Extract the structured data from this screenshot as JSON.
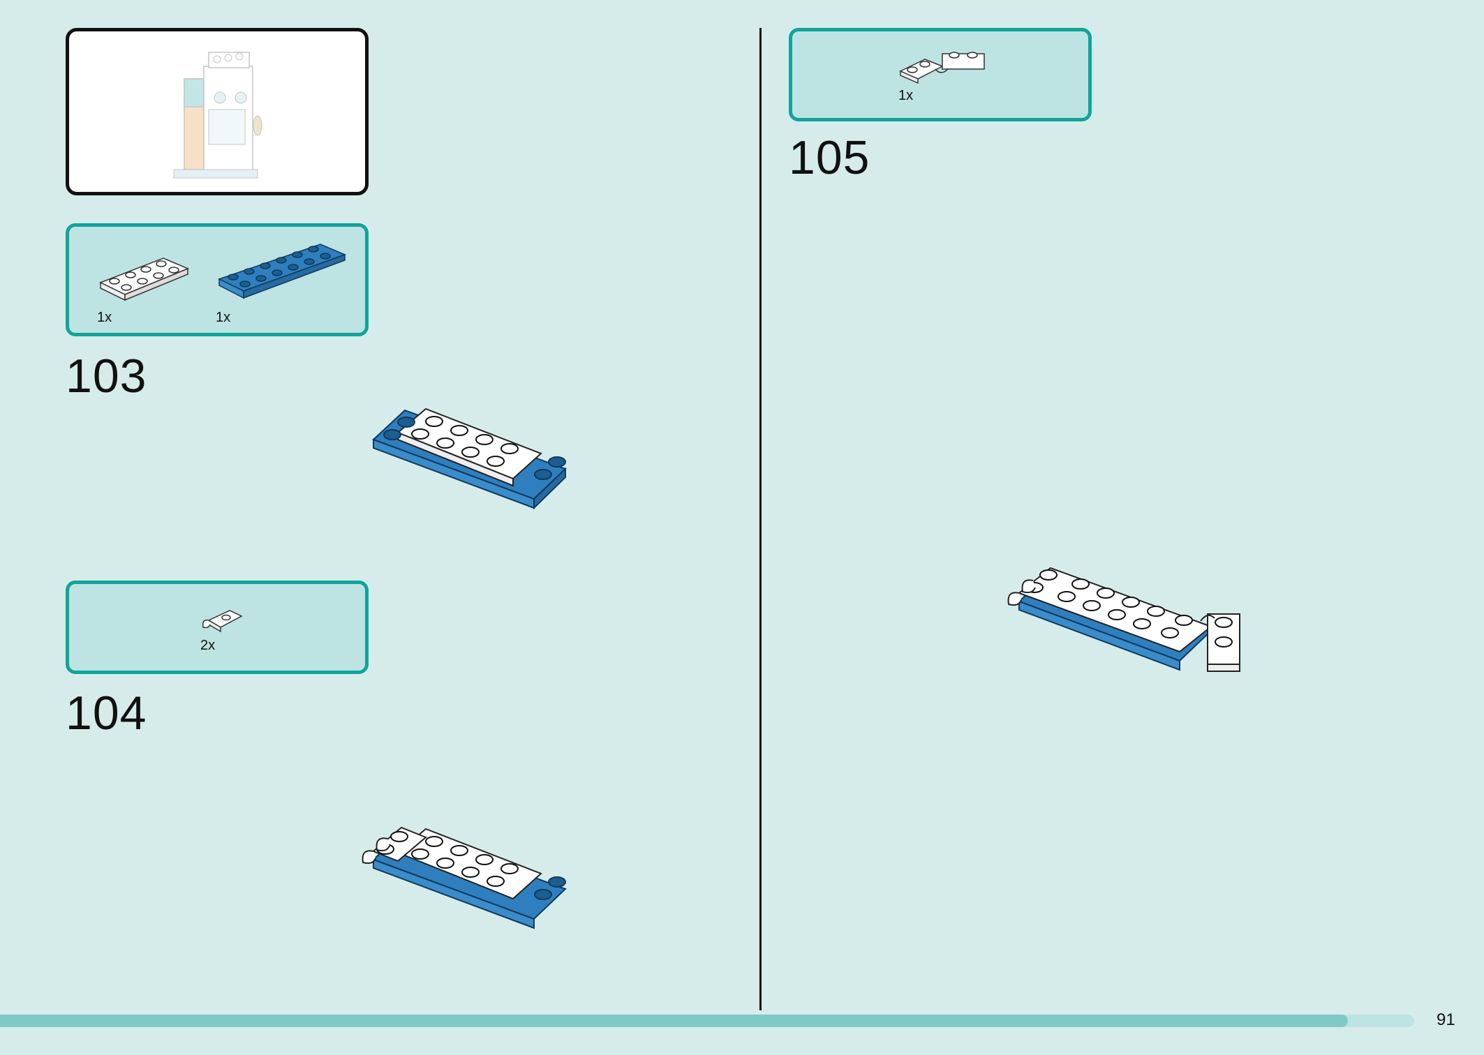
{
  "steps": [
    {
      "number": "103",
      "parts": [
        {
          "qty": "1x",
          "color": "white"
        },
        {
          "qty": "1x",
          "color": "blue"
        }
      ]
    },
    {
      "number": "104",
      "parts": [
        {
          "qty": "2x",
          "color": "white"
        }
      ]
    },
    {
      "number": "105",
      "parts": [
        {
          "qty": "1x",
          "color": "white"
        }
      ]
    }
  ],
  "page_number": "91",
  "progress": {
    "fraction": 0.953
  },
  "colors": {
    "background": "#d6eceb",
    "parts_box_border": "#10a49a",
    "parts_box_fill": "#bde3e2",
    "brick_blue": "#2f7fbf",
    "brick_white": "#ffffff",
    "progress_fill": "#7fcac6"
  }
}
